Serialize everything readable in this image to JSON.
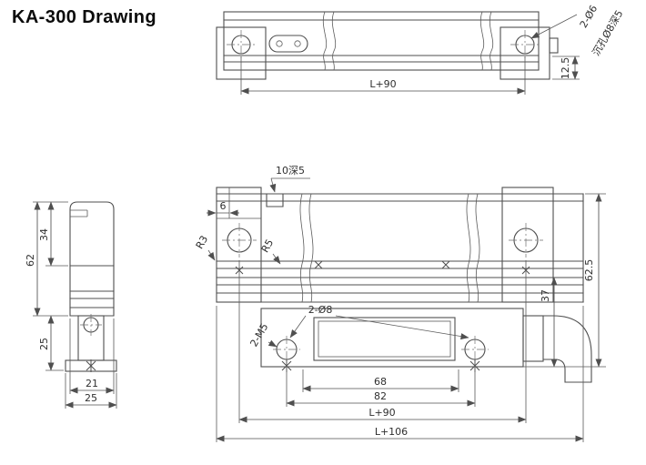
{
  "title": "KA-300 Drawing",
  "colors": {
    "line": "#4f4f4f",
    "text": "#2f2f2f",
    "background": "#ffffff"
  },
  "top_view": {
    "dims": {
      "length": "L+90",
      "height": "12.5"
    },
    "notes": {
      "holes": "2-Ø6",
      "counterbore": "沉孔Ø8深5"
    }
  },
  "side_view": {
    "dims": {
      "h34": "34",
      "h62": "62",
      "v25": "25",
      "w21": "21",
      "w25": "25"
    }
  },
  "front_view": {
    "dims": {
      "d6": "6",
      "d37": "37",
      "d62_5": "62.5",
      "d68": "68",
      "d82": "82",
      "l90": "L+90",
      "l106": "L+106"
    },
    "notes": {
      "slot": "10深5",
      "r3": "R3",
      "r5": "R5",
      "holes": "2-Ø8",
      "threads": "2-M5"
    }
  }
}
